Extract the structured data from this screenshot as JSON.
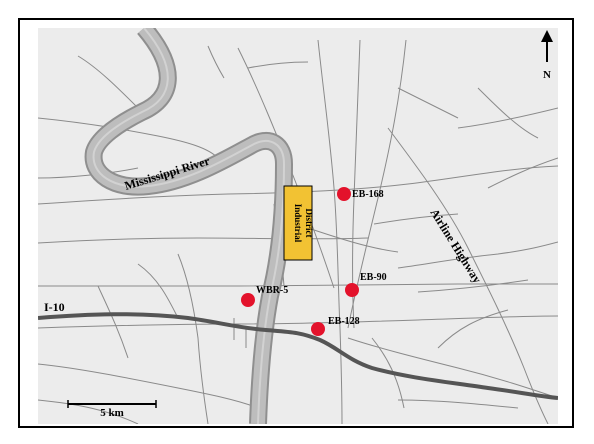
{
  "map": {
    "north_label": "N",
    "scale_label": "5 km",
    "river_label": "Mississippi River",
    "interstate_label": "I-10",
    "highway_label": "Airline Highway",
    "district_label_line1": "Industrial",
    "district_label_line2": "District",
    "colors": {
      "background": "#ececec",
      "street": "#8a8a8a",
      "river_fill": "#bdbdbd",
      "river_edge": "#8f8f8f",
      "interstate": "#555555",
      "site_marker": "#e3122b",
      "district_fill": "#f2c233"
    },
    "sites": [
      {
        "id": "EB-168",
        "label": "EB-168"
      },
      {
        "id": "EB-90",
        "label": "EB-90"
      },
      {
        "id": "WBR-5",
        "label": "WBR-5"
      },
      {
        "id": "EB-128",
        "label": "EB-128"
      }
    ]
  }
}
